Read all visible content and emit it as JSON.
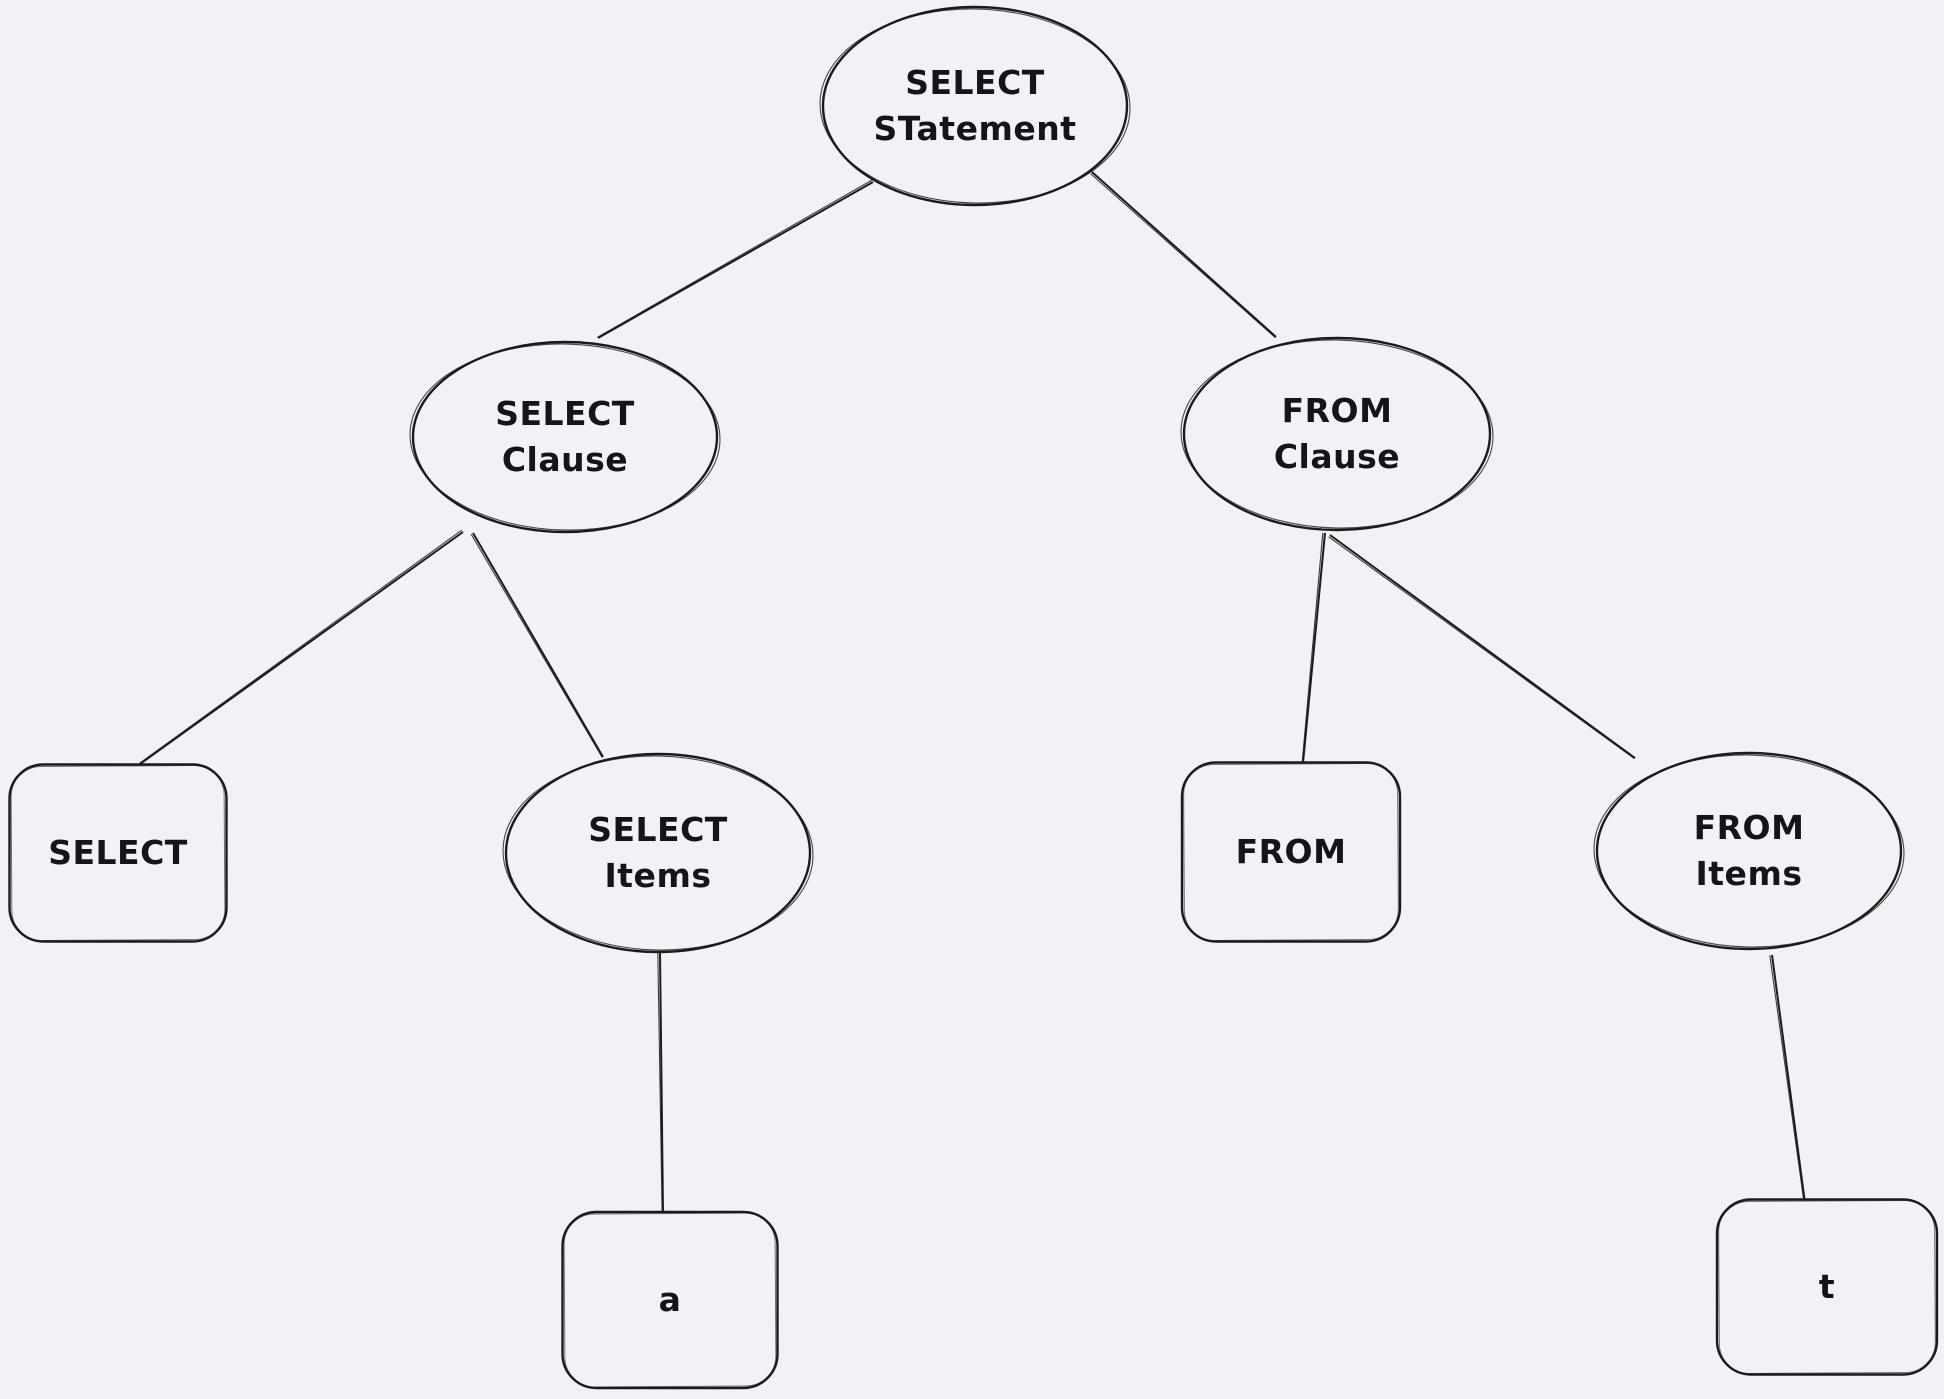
{
  "diagram": {
    "background_color": "#f1f2f5",
    "stroke_color": "#1b1b1e",
    "text_color": "#141518",
    "nodes": {
      "root": {
        "label": "SELECT\nSTatement",
        "shape": "ellipse"
      },
      "select_clause": {
        "label": "SELECT\nClause",
        "shape": "ellipse"
      },
      "from_clause": {
        "label": "FROM\nClause",
        "shape": "ellipse"
      },
      "select_keyword": {
        "label": "SELECT",
        "shape": "rounded-rect"
      },
      "select_items": {
        "label": "SELECT\nItems",
        "shape": "ellipse"
      },
      "from_keyword": {
        "label": "FROM",
        "shape": "rounded-rect"
      },
      "from_items": {
        "label": "FROM\nItems",
        "shape": "ellipse"
      },
      "a_leaf": {
        "label": "a",
        "shape": "rounded-rect"
      },
      "t_leaf": {
        "label": "t",
        "shape": "rounded-rect"
      }
    },
    "edges": [
      {
        "from": "root",
        "to": "select_clause"
      },
      {
        "from": "root",
        "to": "from_clause"
      },
      {
        "from": "select_clause",
        "to": "select_keyword"
      },
      {
        "from": "select_clause",
        "to": "select_items"
      },
      {
        "from": "from_clause",
        "to": "from_keyword"
      },
      {
        "from": "from_clause",
        "to": "from_items"
      },
      {
        "from": "select_items",
        "to": "a_leaf"
      },
      {
        "from": "from_items",
        "to": "t_leaf"
      }
    ]
  }
}
